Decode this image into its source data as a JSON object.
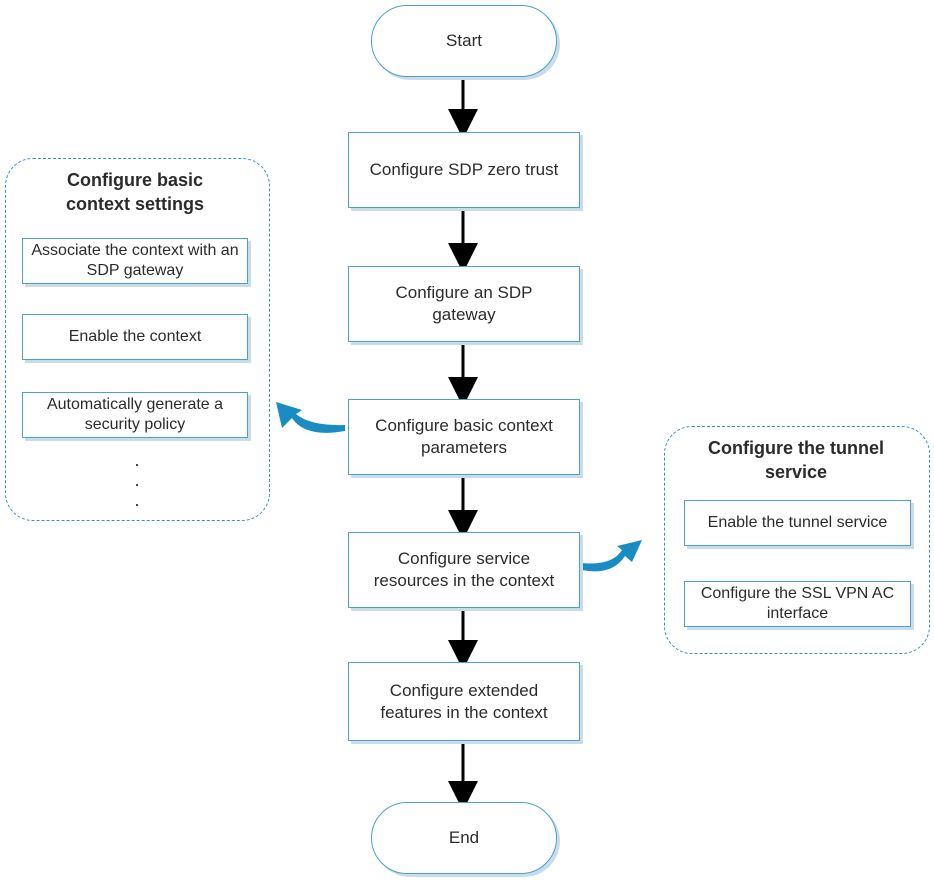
{
  "flow": {
    "start": "Start",
    "end": "End",
    "steps": [
      "Configure SDP zero trust",
      "Configure an SDP gateway",
      "Configure basic context parameters",
      "Configure service resources in the context",
      "Configure extended features in the context"
    ]
  },
  "left_group": {
    "title": "Configure basic context settings",
    "items": [
      "Associate the context with an SDP gateway",
      "Enable the context",
      "Automatically generate a security policy"
    ],
    "ellipsis": ". . ."
  },
  "right_group": {
    "title": "Configure the tunnel service",
    "items": [
      "Enable the tunnel service",
      "Configure the SSL VPN AC interface"
    ]
  },
  "colors": {
    "box_border": "#4aa0cf",
    "group_border": "#2f95c6",
    "curved_arrow": "#1a8cc4",
    "flow_arrow": "#000000"
  }
}
